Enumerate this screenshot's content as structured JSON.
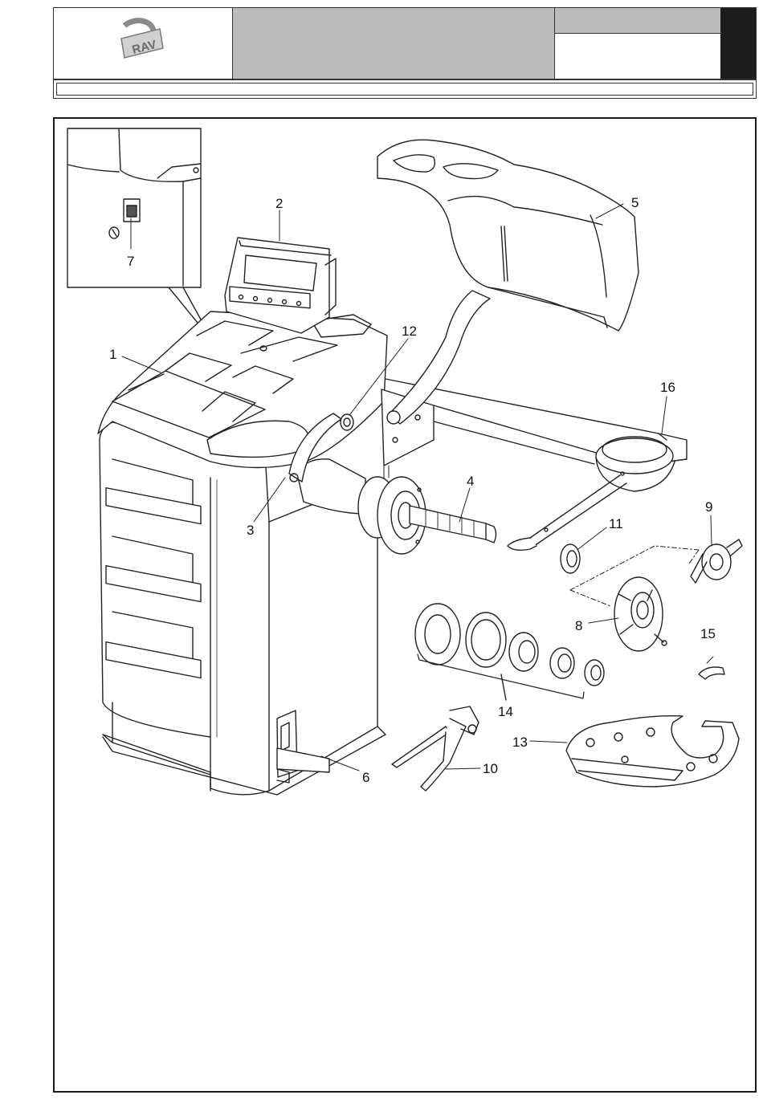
{
  "header": {
    "logo_text": "RAV",
    "title": "",
    "code_top": "",
    "code_bottom": ""
  },
  "diagram": {
    "callouts": [
      {
        "id": "c1",
        "text": "1"
      },
      {
        "id": "c2",
        "text": "2"
      },
      {
        "id": "c3",
        "text": "3"
      },
      {
        "id": "c4",
        "text": "4"
      },
      {
        "id": "c5",
        "text": "5"
      },
      {
        "id": "c6",
        "text": "6"
      },
      {
        "id": "c7",
        "text": "7"
      },
      {
        "id": "c8",
        "text": "8"
      },
      {
        "id": "c9",
        "text": "9"
      },
      {
        "id": "c10",
        "text": "10"
      },
      {
        "id": "c11",
        "text": "11"
      },
      {
        "id": "c12",
        "text": "12"
      },
      {
        "id": "c13",
        "text": "13"
      },
      {
        "id": "c14",
        "text": "14"
      },
      {
        "id": "c15",
        "text": "15"
      },
      {
        "id": "c16",
        "text": "16"
      }
    ]
  }
}
